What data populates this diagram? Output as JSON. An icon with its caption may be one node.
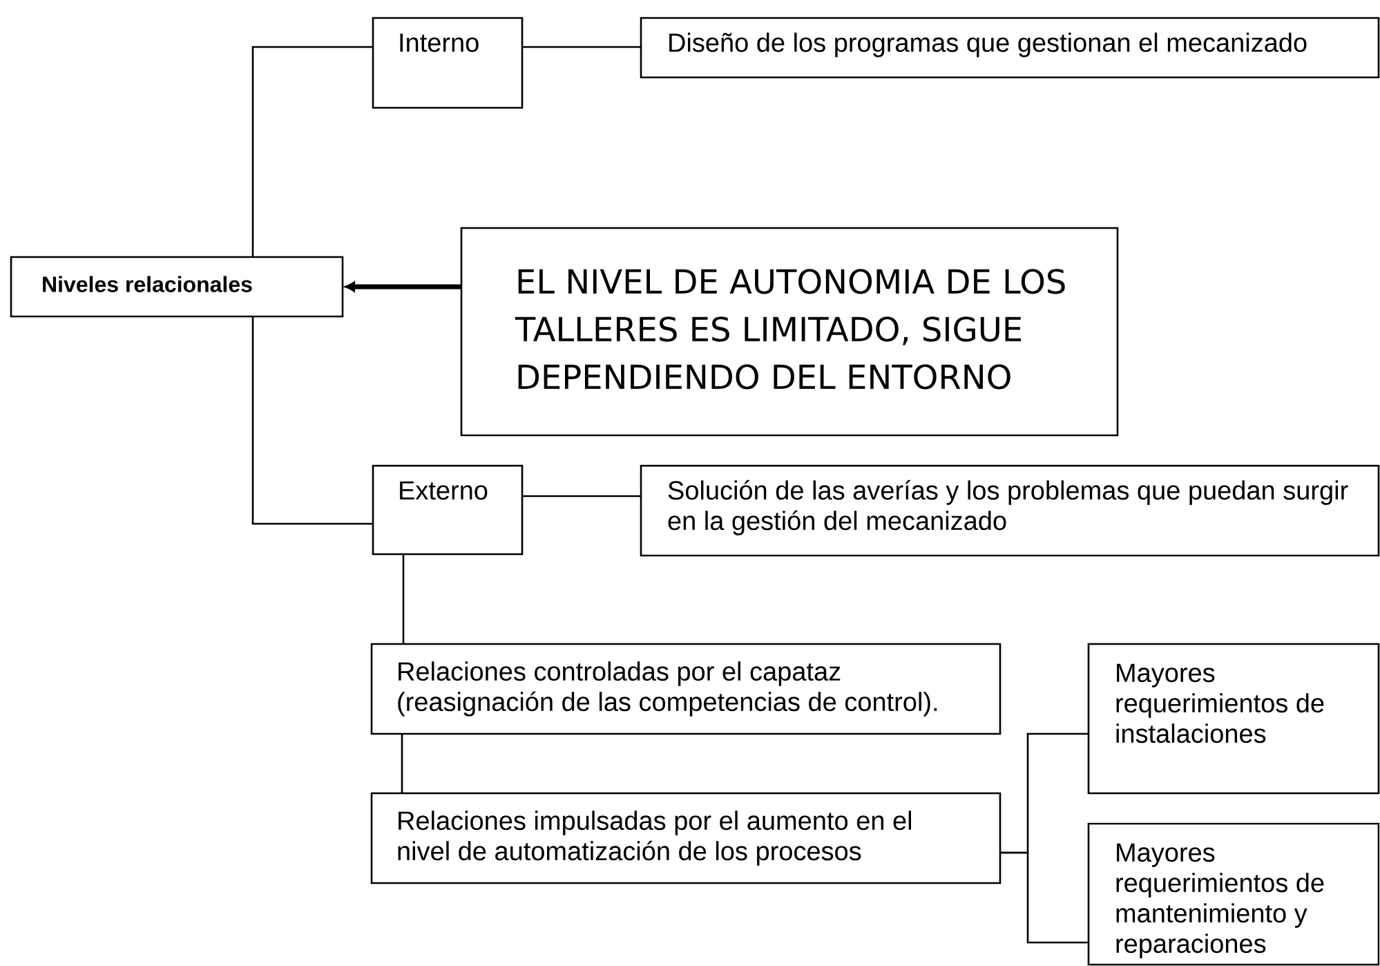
{
  "diagram": {
    "nodes": [
      {
        "text": [
          "Niveles relacionales"
        ]
      },
      {
        "text": [
          "Interno"
        ]
      },
      {
        "text": [
          "Diseño de los programas que gestionan el mecanizado"
        ]
      },
      {
        "text": [
          "EL NIVEL DE AUTONOMIA DE LOS TALLERES ES LIMITADO, SIGUE DEPENDIENDO DEL ENTORNO"
        ]
      },
      {
        "text": [
          "Externo"
        ]
      },
      {
        "text": [
          "Solución de las averías y los problemas que puedan surgir en la gestión del mecanizado"
        ]
      },
      {
        "text": [
          "Relaciones controladas por el capataz (reasignación de las competencias de control)."
        ]
      },
      {
        "text": [
          "Relaciones impulsadas por el aumento en el nivel de automatización de los procesos"
        ]
      },
      {
        "text": [
          "Mayores requerimientos de instalaciones"
        ]
      },
      {
        "text": [
          "Mayores requerimientos de mantenimiento y reparaciones"
        ]
      }
    ],
    "edges": [
      {
        "from": 0,
        "to": 1,
        "arrow": "none"
      },
      {
        "from": 0,
        "to": 4,
        "arrow": "none"
      },
      {
        "from": 3,
        "to": 0,
        "arrow": "to",
        "style": "thick"
      },
      {
        "from": 1,
        "to": 2,
        "arrow": "none"
      },
      {
        "from": 4,
        "to": 5,
        "arrow": "none"
      },
      {
        "from": 4,
        "to": 6,
        "arrow": "none"
      },
      {
        "from": 6,
        "to": 7,
        "arrow": "none"
      },
      {
        "from": 7,
        "to": 8,
        "arrow": "none"
      },
      {
        "from": 7,
        "to": 9,
        "arrow": "none"
      }
    ]
  }
}
